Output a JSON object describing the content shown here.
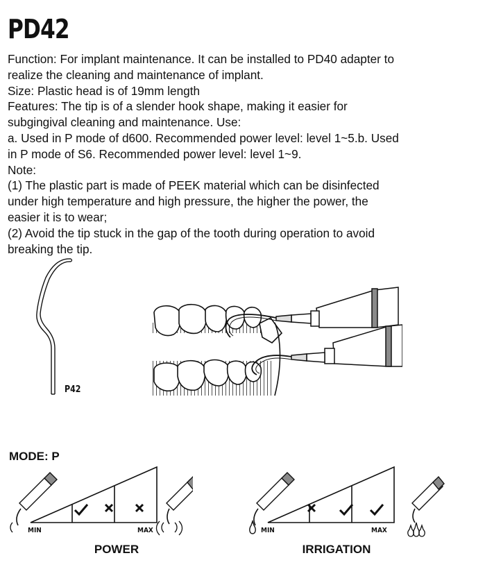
{
  "product": {
    "title": "PD42"
  },
  "description": {
    "lines": [
      "Function: For implant maintenance. It can be installed to PD40 adapter to",
      "realize the cleaning and maintenance of implant.",
      "Size: Plastic head is of 19mm length",
      "Features: The tip is of a slender hook shape, making it easier for",
      "subgingival cleaning and maintenance. Use:",
      "a. Used in P mode of d600. Recommended power level: level 1~5.b. Used",
      "in P mode of S6. Recommended power level: level 1~9.",
      "Note:",
      "(1) The plastic part is made of PEEK material which can be disinfected",
      "under high temperature and high pressure, the higher the power, the",
      "easier it is to wear;",
      "(2) Avoid the tip stuck in the gap of the tooth during operation to avoid",
      "breaking the tip."
    ]
  },
  "illustration": {
    "tip_label": "P42"
  },
  "mode": {
    "title": "MODE: P",
    "power": {
      "caption": "POWER",
      "min_label": "MIN",
      "max_label": "MAX",
      "segments": [
        "check",
        "cross",
        "cross"
      ]
    },
    "irrigation": {
      "caption": "IRRIGATION",
      "min_label": "MIN",
      "max_label": "MAX",
      "segments": [
        "cross",
        "check",
        "check"
      ]
    }
  },
  "colors": {
    "ink": "#111111",
    "handpiece_band": "#8a8a8a",
    "gum_hatch": "#222222"
  }
}
